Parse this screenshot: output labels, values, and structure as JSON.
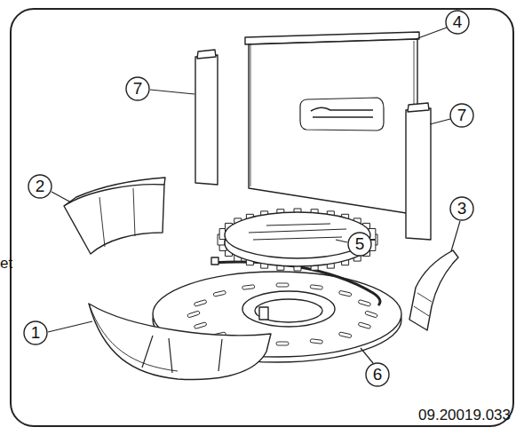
{
  "diagram": {
    "nodes": [
      {
        "text": [
          "4"
        ]
      },
      {
        "text": [
          "7"
        ]
      },
      {
        "text": [
          "7"
        ]
      },
      {
        "text": [
          "2"
        ]
      },
      {
        "text": [
          "3"
        ]
      },
      {
        "text": [
          "5"
        ]
      },
      {
        "text": [
          "1"
        ]
      },
      {
        "text": [
          "6"
        ]
      }
    ],
    "labels": [
      "et",
      "09.20019.033"
    ]
  }
}
